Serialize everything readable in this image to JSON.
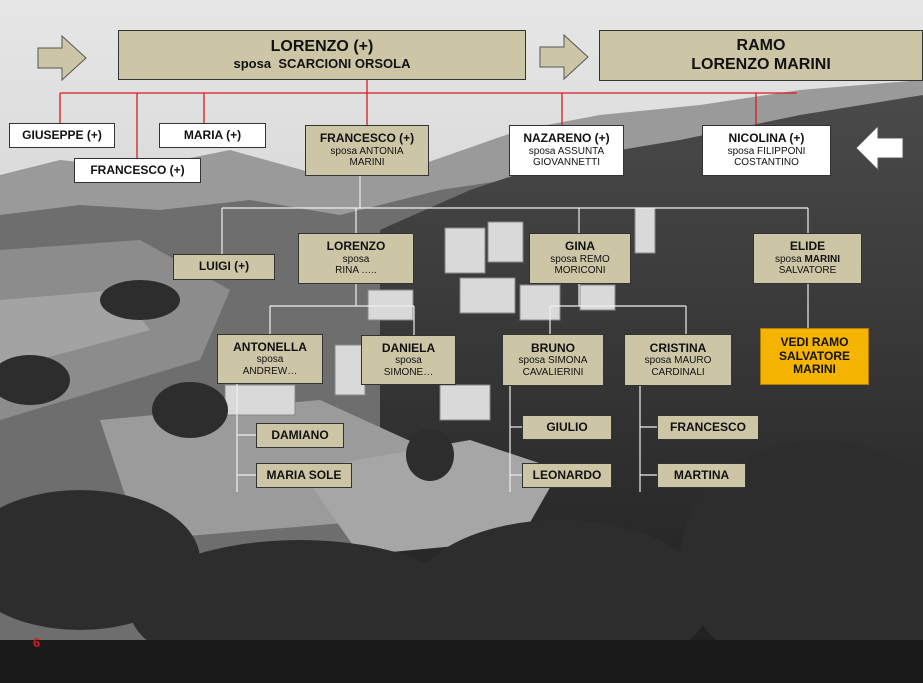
{
  "header": {
    "lorenzo": {
      "name": "LORENZO  (+)",
      "spouse_prefix": "sposa",
      "spouse": "SCARCIONI ORSOLA"
    },
    "ramo": {
      "line1": "RAMO",
      "line2": "LORENZO  MARINI"
    }
  },
  "children": {
    "giuseppe": {
      "name": "GIUSEPPE (+)"
    },
    "francesco_small": {
      "name": "FRANCESCO (+)"
    },
    "maria": {
      "name": "MARIA  (+)"
    },
    "francesco_main": {
      "name": "FRANCESCO (+)",
      "sub1": "sposa  ANTONIA",
      "sub2": "MARINI"
    },
    "nazareno": {
      "name": "NAZARENO  (+)",
      "sub1": "sposa  ASSUNTA",
      "sub2": "GIOVANNETTI"
    },
    "nicolina": {
      "name": "NICOLINA (+)",
      "sub1": "sposa  FILIPPONI",
      "sub2": "COSTANTINO"
    }
  },
  "grandchildren": {
    "luigi": {
      "name": "LUIGI (+)"
    },
    "lorenzo2": {
      "name": "LORENZO",
      "sub1": "sposa",
      "sub2": "RINA ….."
    },
    "gina": {
      "name": "GINA",
      "sub1": "sposa REMO",
      "sub2": "MORICONI"
    },
    "elide": {
      "name": "ELIDE",
      "sub1_prefix": "sposa ",
      "sub1_bold": "MARINI",
      "sub2": "SALVATORE"
    },
    "vedi": {
      "line1": "VEDI  RAMO",
      "line2": "SALVATORE",
      "line3": "MARINI"
    }
  },
  "great_grandchildren": {
    "antonella": {
      "name": "ANTONELLA",
      "sub1": "sposa",
      "sub2": "ANDREW…"
    },
    "daniela": {
      "name": "DANIELA",
      "sub1": "sposa",
      "sub2": "SIMONE…"
    },
    "bruno": {
      "name": "BRUNO",
      "sub1": "sposa SIMONA",
      "sub2": "CAVALIERINI"
    },
    "cristina": {
      "name": "CRISTINA",
      "sub1": "sposa MAURO",
      "sub2": "CARDINALI"
    }
  },
  "next_gen": {
    "damiano": {
      "name": "DAMIANO"
    },
    "maria_sole": {
      "name": "MARIA SOLE"
    },
    "giulio": {
      "name": "GIULIO"
    },
    "leonardo": {
      "name": "LEONARDO"
    },
    "francesco3": {
      "name": "FRANCESCO"
    },
    "martina": {
      "name": "MARTINA"
    }
  },
  "page_number": "6",
  "colors": {
    "tan_box": "#cdc6a6",
    "gold_box": "#f5b400",
    "red_line": "#d02020",
    "page_number": "#d02020"
  }
}
